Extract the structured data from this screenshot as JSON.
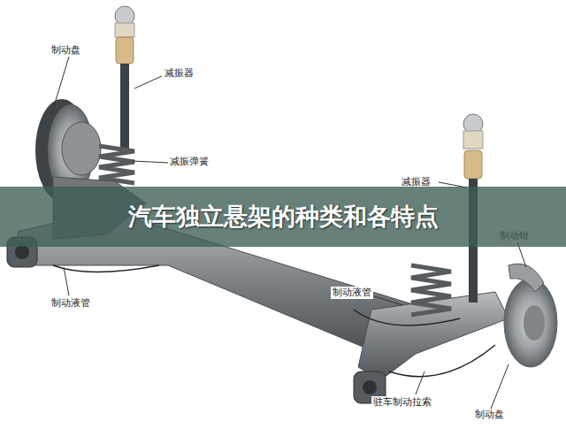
{
  "diagram": {
    "title": "汽车独立悬架的种类和各特点",
    "labels": [
      "制动盘",
      "减振器",
      "减振弹簧",
      "减振器",
      "制动钳",
      "制动液管",
      "制动液管",
      "驻车制动拉索",
      "制动盘"
    ]
  }
}
